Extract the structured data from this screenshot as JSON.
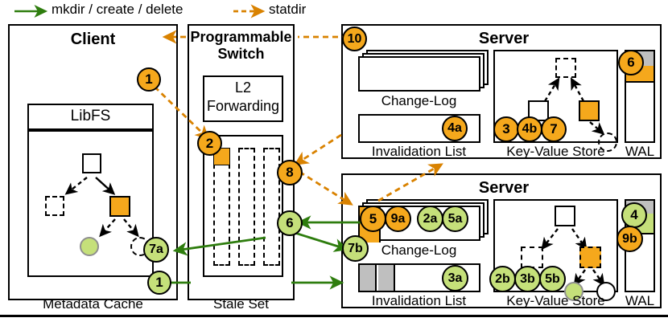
{
  "legend": {
    "items": [
      {
        "label": "mkdir / create / delete",
        "style": "solid",
        "color": "#2E7D0E",
        "icon": "arrow-right-icon"
      },
      {
        "label": "statdir",
        "style": "dashed",
        "color": "#D98200",
        "icon": "arrow-right-dashed-icon"
      }
    ]
  },
  "colors": {
    "orange": "#F5A81C",
    "green": "#C5E07A",
    "arrow_green": "#2E7D0E",
    "arrow_orange": "#D98200",
    "gray": "#BFBFBF"
  },
  "client": {
    "title": "Client",
    "libfs": "LibFS",
    "cache_label": "Metadata Cache",
    "badges": [
      {
        "id": "client-step-1-orange",
        "label": "1",
        "color": "orange"
      },
      {
        "id": "client-step-7a",
        "label": "7a",
        "color": "green"
      },
      {
        "id": "client-step-1-green",
        "label": "1",
        "color": "green"
      }
    ]
  },
  "switch": {
    "title_line1": "Programmable",
    "title_line2": "Switch",
    "l2_line1": "L2",
    "l2_line2": "Forwarding",
    "stale_set_label": "Stale Set",
    "slot_count": 3,
    "badges": [
      {
        "id": "switch-step-2",
        "label": "2",
        "color": "orange"
      },
      {
        "id": "switch-step-8",
        "label": "8",
        "color": "orange"
      },
      {
        "id": "switch-step-6",
        "label": "6",
        "color": "green"
      }
    ]
  },
  "servers": [
    {
      "id": "server-top",
      "title": "Server",
      "changelog_label": "Change-Log",
      "invalidation_label": "Invalidation List",
      "kvs_label": "Key-Value Store",
      "wal_label": "WAL",
      "invalidation_gray_cells": 0,
      "wal_fill": "orange",
      "badges": [
        {
          "id": "top-step-10",
          "label": "10",
          "color": "orange"
        },
        {
          "id": "top-step-4a",
          "label": "4a",
          "color": "orange"
        },
        {
          "id": "top-step-3",
          "label": "3",
          "color": "orange"
        },
        {
          "id": "top-step-4b",
          "label": "4b",
          "color": "orange"
        },
        {
          "id": "top-step-7",
          "label": "7",
          "color": "orange"
        },
        {
          "id": "top-step-6",
          "label": "6",
          "color": "orange"
        }
      ]
    },
    {
      "id": "server-bottom",
      "title": "Server",
      "changelog_label": "Change-Log",
      "invalidation_label": "Invalidation List",
      "kvs_label": "Key-Value Store",
      "wal_label": "WAL",
      "invalidation_gray_cells": 2,
      "wal_fill": "green",
      "badges": [
        {
          "id": "bot-step-5",
          "label": "5",
          "color": "orange"
        },
        {
          "id": "bot-step-9a",
          "label": "9a",
          "color": "orange"
        },
        {
          "id": "bot-step-2a",
          "label": "2a",
          "color": "green"
        },
        {
          "id": "bot-step-5a",
          "label": "5a",
          "color": "green"
        },
        {
          "id": "bot-step-7b",
          "label": "7b",
          "color": "green"
        },
        {
          "id": "bot-step-3a",
          "label": "3a",
          "color": "green"
        },
        {
          "id": "bot-step-2b",
          "label": "2b",
          "color": "green"
        },
        {
          "id": "bot-step-3b",
          "label": "3b",
          "color": "green"
        },
        {
          "id": "bot-step-5b",
          "label": "5b",
          "color": "green"
        },
        {
          "id": "bot-step-4",
          "label": "4",
          "color": "green"
        },
        {
          "id": "bot-step-9b",
          "label": "9b",
          "color": "orange"
        }
      ]
    }
  ]
}
